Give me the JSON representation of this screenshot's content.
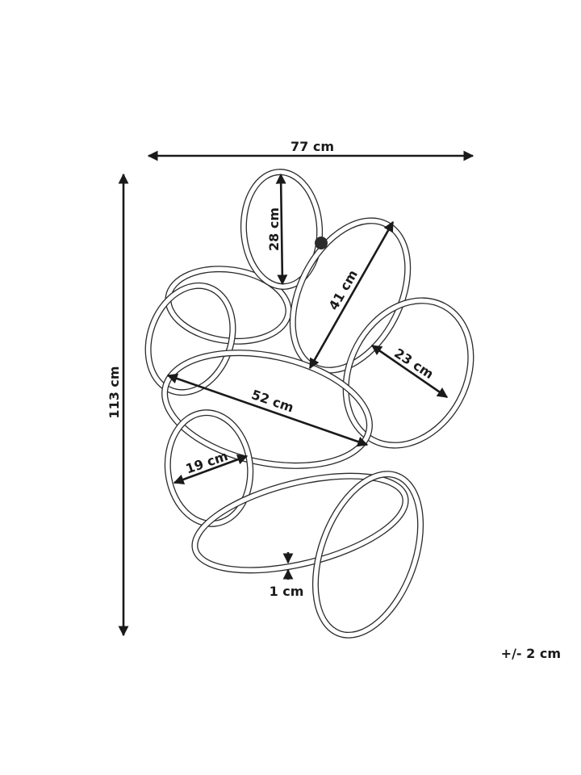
{
  "diagram": {
    "width_label": "77 cm",
    "height_label": "113 cm",
    "dimensions": {
      "top_ring": "28 cm",
      "upper_right_ring": "41 cm",
      "right_ring": "23 cm",
      "center_ring": "52 cm",
      "small_left_ring": "19 cm",
      "wire_thickness": "1 cm"
    },
    "tolerance": "+/- 2 cm",
    "colors": {
      "stroke": "#2b2b2b",
      "text": "#1a1a1a",
      "background": "#ffffff"
    }
  }
}
